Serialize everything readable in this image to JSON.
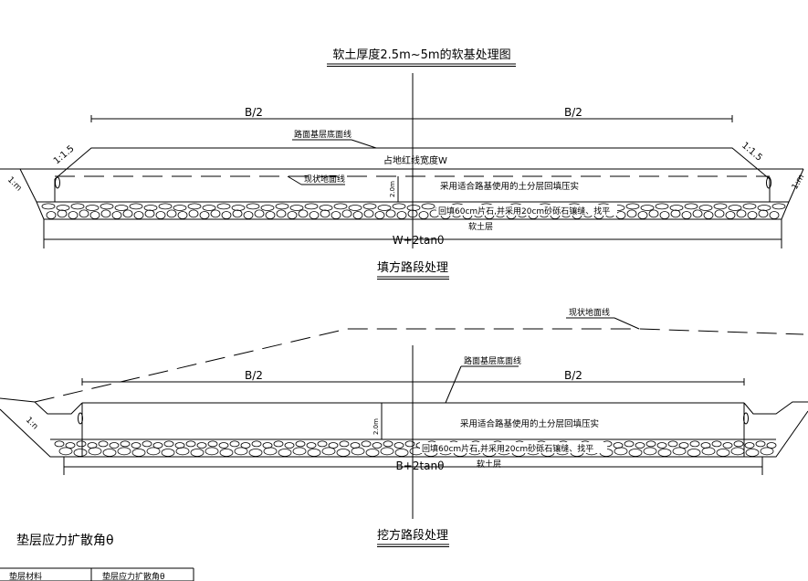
{
  "title": "软土厚度2.5m~5m的软基处理图",
  "fill_section": {
    "half_width_left": "B/2",
    "half_width_right": "B/2",
    "slope_left": "1:1.5",
    "slope_right": "1:1.5",
    "slope_outer_left": "1:m",
    "slope_outer_right": "1:m",
    "base_line_label": "路面基层底面线",
    "land_width_label": "占地红线宽度W",
    "ground_line_label": "现状地面线",
    "depth_label": "2.0m",
    "backfill_label": "采用适合路基使用的土分层回填压实",
    "stone_label": "回填60cm片石,并采用20cm砂砾石镶缝、找平",
    "soft_soil_label": "软土层",
    "total_width_label": "W+2tanθ",
    "caption": "填方路段处理"
  },
  "cut_section": {
    "ground_line_label": "现状地面线",
    "base_line_label": "路面基层底面线",
    "half_width_left": "B/2",
    "half_width_right": "B/2",
    "slope_outer_left": "1:n",
    "depth_label": "2.0m",
    "backfill_label": "采用适合路基使用的土分层回填压实",
    "stone_label": "回填60cm片石,并采用20cm砂砾石镶缝、找平",
    "soft_soil_label": "软土层",
    "total_width_label": "B+2tanθ",
    "caption": "挖方路段处理"
  },
  "spread_angle": {
    "title": "垫层应力扩散角θ",
    "headers": [
      "垫层材料",
      "垫层应力扩散角θ"
    ]
  }
}
